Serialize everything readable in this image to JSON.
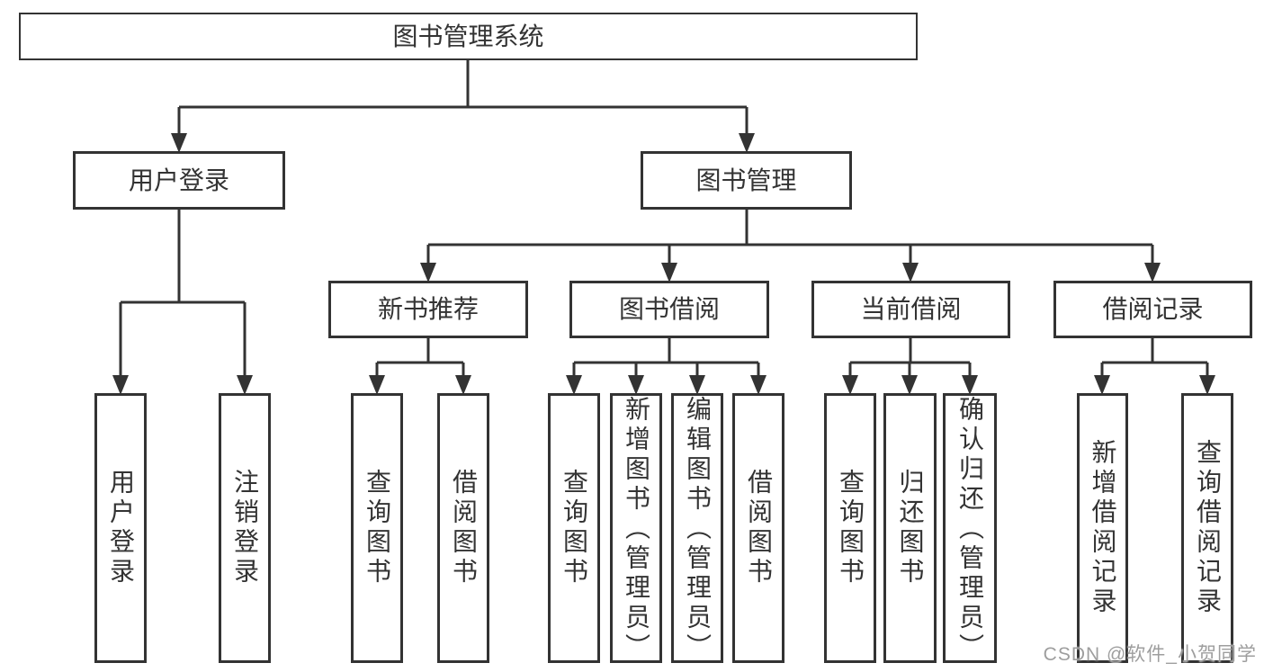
{
  "diagram": {
    "root": {
      "label": "图书管理系统"
    },
    "branches": [
      {
        "label": "用户登录",
        "children": [
          {
            "label": "用户登录"
          },
          {
            "label": "注销登录"
          }
        ]
      },
      {
        "label": "图书管理",
        "children": [
          {
            "label": "新书推荐",
            "children": [
              {
                "label": "查询图书"
              },
              {
                "label": "借阅图书"
              }
            ]
          },
          {
            "label": "图书借阅",
            "children": [
              {
                "label": "查询图书"
              },
              {
                "label": "新增图书（管理员）"
              },
              {
                "label": "编辑图书（管理员）"
              },
              {
                "label": "借阅图书"
              }
            ]
          },
          {
            "label": "当前借阅",
            "children": [
              {
                "label": "查询图书"
              },
              {
                "label": "归还图书"
              },
              {
                "label": "确认归还（管理员）"
              }
            ]
          },
          {
            "label": "借阅记录",
            "children": [
              {
                "label": "新增借阅记录"
              },
              {
                "label": "查询借阅记录"
              }
            ]
          }
        ]
      }
    ]
  },
  "watermark": {
    "text": "CSDN @软件_小贺同学",
    "color": "#9e9e9e"
  },
  "colors": {
    "line": "#333333",
    "box_border": "#333333",
    "text": "#333333",
    "background": "#ffffff"
  }
}
